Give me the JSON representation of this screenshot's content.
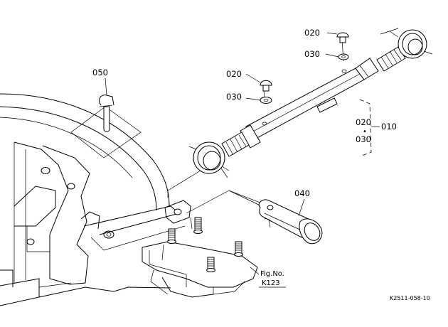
{
  "callouts": {
    "p050": "050",
    "p020_top": "020",
    "p030_top": "030",
    "p020_mid": "020",
    "p030_mid": "030",
    "group_020": "020",
    "group_dot": "•",
    "group_030": "030",
    "group_010": "010",
    "p040": "040"
  },
  "reference": {
    "fig_label": "Fig.No.",
    "fig_number": "K123"
  },
  "drawing_code": "K2511-058-10"
}
